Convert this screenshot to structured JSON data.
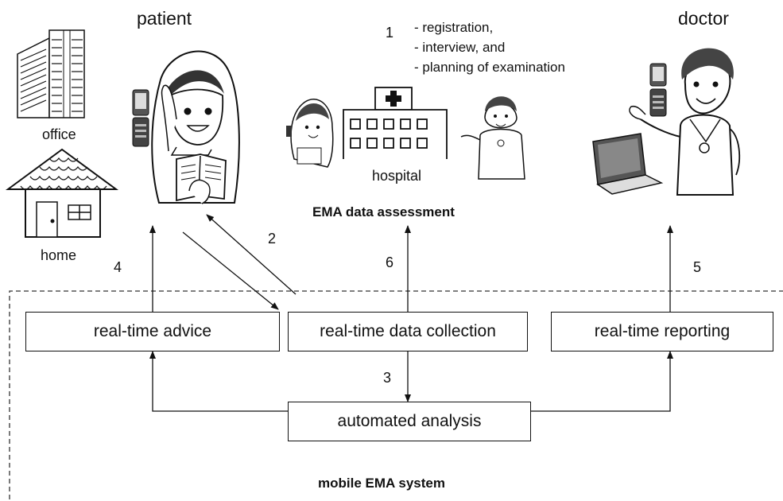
{
  "actors": {
    "patient": "patient",
    "doctor": "doctor"
  },
  "places": {
    "office": "office",
    "home": "home",
    "hospital": "hospital"
  },
  "step1": {
    "number": "1",
    "items": [
      "- registration,",
      "- interview, and",
      "- planning of examination"
    ]
  },
  "ema_assessment": "EMA data assessment",
  "system_label": "mobile EMA system",
  "boxes": {
    "advice": "real-time advice",
    "collection": "real-time data collection",
    "reporting": "real-time reporting",
    "analysis": "automated analysis"
  },
  "steps": {
    "s2": "2",
    "s3": "3",
    "s4": "4",
    "s5": "5",
    "s6": "6"
  },
  "icons": [
    "office-building-icon",
    "house-icon",
    "mobile-phone-icon",
    "patient-figure-icon",
    "hospital-building-icon",
    "doctor-figure-icon",
    "laptop-icon"
  ]
}
